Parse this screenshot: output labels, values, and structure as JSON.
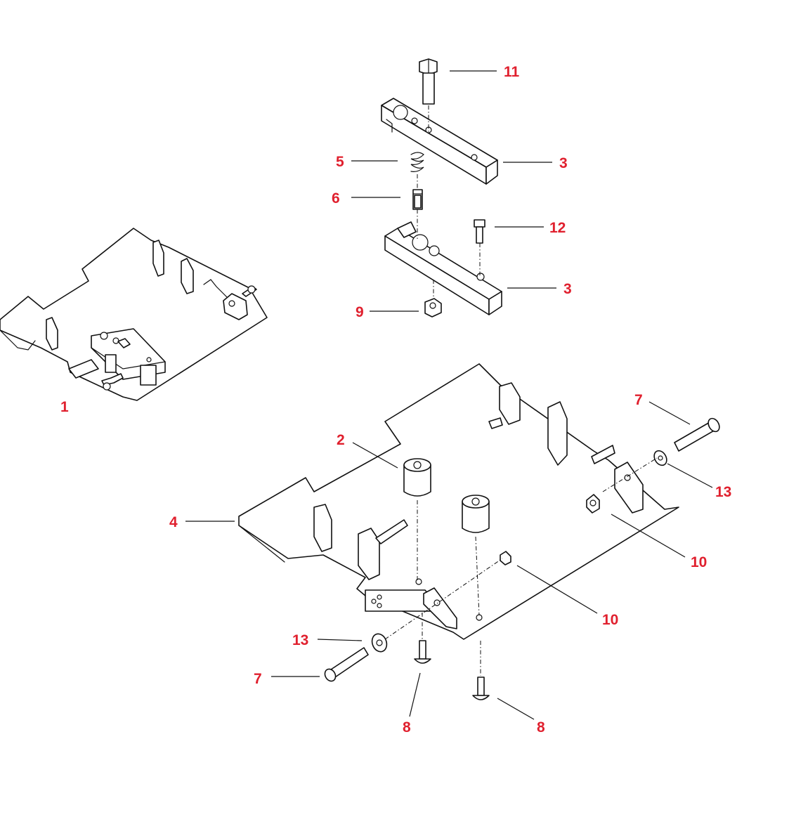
{
  "style": {
    "callout_color": "#e0202e",
    "line_color": "#111111",
    "background": "#ffffff"
  },
  "callouts": [
    {
      "id": "c1",
      "label": "1"
    },
    {
      "id": "c2",
      "label": "2"
    },
    {
      "id": "c3a",
      "label": "3"
    },
    {
      "id": "c3b",
      "label": "3"
    },
    {
      "id": "c4",
      "label": "4"
    },
    {
      "id": "c5",
      "label": "5"
    },
    {
      "id": "c6",
      "label": "6"
    },
    {
      "id": "c7a",
      "label": "7"
    },
    {
      "id": "c7b",
      "label": "7"
    },
    {
      "id": "c8a",
      "label": "8"
    },
    {
      "id": "c8b",
      "label": "8"
    },
    {
      "id": "c9",
      "label": "9"
    },
    {
      "id": "c10a",
      "label": "10"
    },
    {
      "id": "c10b",
      "label": "10"
    },
    {
      "id": "c11",
      "label": "11"
    },
    {
      "id": "c12",
      "label": "12"
    },
    {
      "id": "c13a",
      "label": "13"
    },
    {
      "id": "c13b",
      "label": "13"
    }
  ]
}
